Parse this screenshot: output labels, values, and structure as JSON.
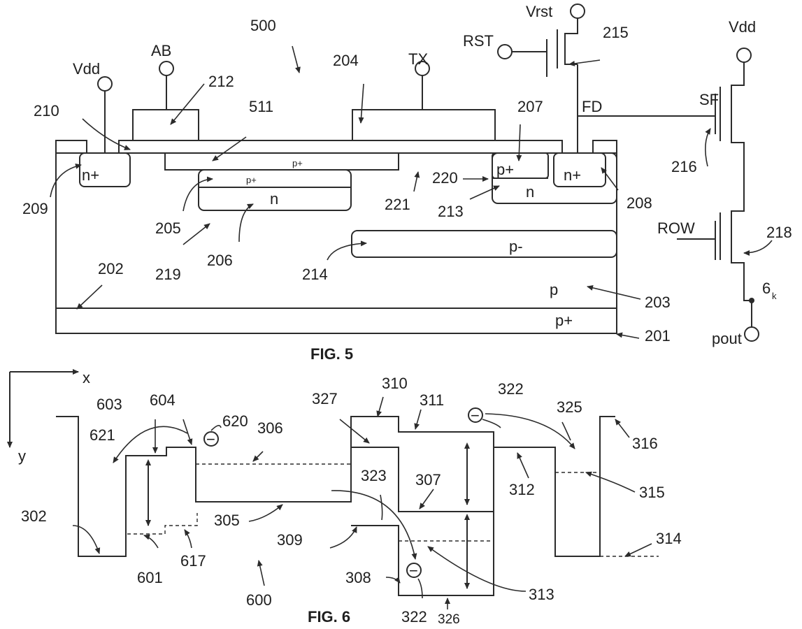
{
  "fig5": {
    "caption": "FIG. 5",
    "labels": {
      "l500": "500",
      "lAB": "AB",
      "lTX": "TX",
      "lVrst": "Vrst",
      "lRST": "RST",
      "l215": "215",
      "lVdd1": "Vdd",
      "lVdd2": "Vdd",
      "l212": "212",
      "l204": "204",
      "l210": "210",
      "l511": "511",
      "l207": "207",
      "lFD": "FD",
      "lSF": "SF",
      "l216": "216",
      "l220": "220",
      "l221": "221",
      "l213": "213",
      "l208": "208",
      "l209": "209",
      "l205": "205",
      "l206": "206",
      "l219": "219",
      "l214": "214",
      "lROW": "ROW",
      "l218": "218",
      "l202": "202",
      "l203": "203",
      "l201": "201",
      "l6": "6",
      "l6sub": "k",
      "lpout": "pout"
    },
    "regions": {
      "nplus_left": "n+",
      "pplus_surface": "p+",
      "pplus_ab": "p+",
      "n_ab": "n",
      "pplus_fd": "p+",
      "n_fd": "n",
      "nplus_right": "n+",
      "pminus": "p-",
      "p_bulk": "p",
      "pplus_sub": "p+"
    }
  },
  "fig6": {
    "caption": "FIG. 6",
    "axes": {
      "x": "x",
      "y": "y"
    },
    "labels": {
      "l603": "603",
      "l604": "604",
      "l620": "620",
      "l306": "306",
      "l621": "621",
      "l302": "302",
      "l305": "305",
      "l601": "601",
      "l617": "617",
      "l600": "600",
      "l327": "327",
      "l310": "310",
      "l311": "311",
      "l322a": "322",
      "l325": "325",
      "l316": "316",
      "l323": "323",
      "l307": "307",
      "l312": "312",
      "l315": "315",
      "l309": "309",
      "l313": "313",
      "l314": "314",
      "l308": "308",
      "l322b": "322",
      "l326": "326"
    },
    "electron_symbol": "−"
  }
}
